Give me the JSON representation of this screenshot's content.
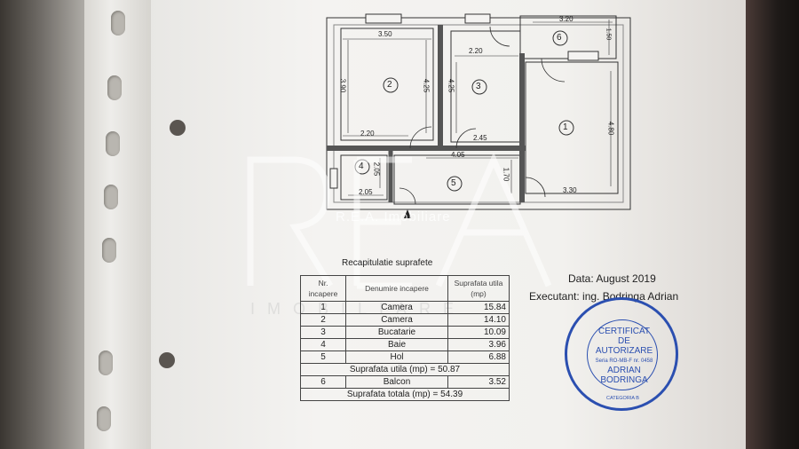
{
  "watermark": {
    "brand": "R.E.A. Imobiliare",
    "sub": "IMOBILIARE"
  },
  "plan": {
    "room_numbers": [
      "1",
      "2",
      "3",
      "4",
      "5",
      "6"
    ],
    "dimensions": {
      "top_balcony": "3.20",
      "balcony_side": "1.50",
      "room2_width": "3.50",
      "room2_height": "3.90",
      "room2_inner": "4.25",
      "room2_bottom": "2.20",
      "kitchen_top": "2.20",
      "kitchen_side": "4.25",
      "kitchen_bottom": "2.45",
      "room1_height": "4.80",
      "room1_bottom": "3.30",
      "hall_width": "4.05",
      "hall_height": "1.70",
      "bath_height": "2.05",
      "bath_width": "2.05"
    }
  },
  "summary": {
    "title": "Recapitulatie suprafete",
    "headers": [
      "Nr. incapere",
      "Denumire incapere",
      "Suprafata utila (mp)"
    ],
    "rows": [
      {
        "nr": "1",
        "name": "Camera",
        "area": "15.84"
      },
      {
        "nr": "2",
        "name": "Camera",
        "area": "14.10"
      },
      {
        "nr": "3",
        "name": "Bucatarie",
        "area": "10.09"
      },
      {
        "nr": "4",
        "name": "Baie",
        "area": "3.96"
      },
      {
        "nr": "5",
        "name": "Hol",
        "area": "6.88"
      }
    ],
    "utila_total": "Suprafata utila (mp) = 50.87",
    "balcony": {
      "nr": "6",
      "name": "Balcon",
      "area": "3.52"
    },
    "grand_total": "Suprafata totala (mp) = 54.39"
  },
  "meta": {
    "date": "Data: August 2019",
    "executant": "Executant: ing. Bodringa  Adrian"
  },
  "stamp": {
    "line1": "CERTIFICAT",
    "line2": "DE",
    "line3": "AUTORIZARE",
    "line4": "Seria RO-MB-F nr. 0458",
    "line5": "ADRIAN",
    "line6": "BODRINGA",
    "category": "CATEGORIA B"
  }
}
